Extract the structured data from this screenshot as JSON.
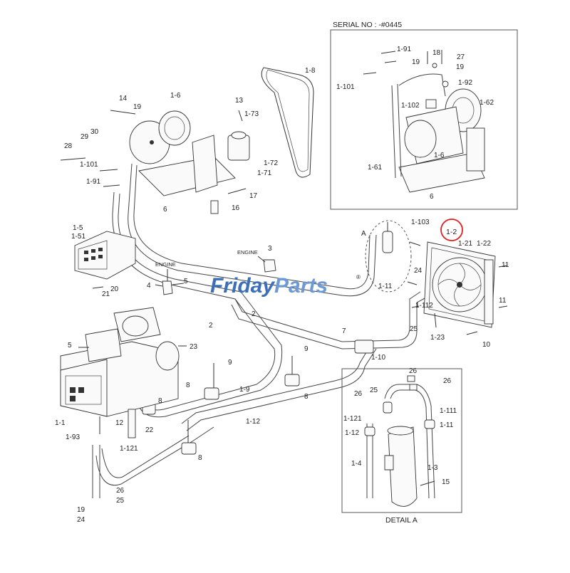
{
  "watermark": {
    "word1": "Friday",
    "word2": "Parts",
    "mark": "®",
    "color1": "#3d6fb8",
    "color2": "#6d9ad4"
  },
  "insets": {
    "serial": {
      "title": "SERIAL NO : -#0445"
    },
    "detail": {
      "title": "DETAIL A"
    }
  },
  "highlight": {
    "label": "1-2",
    "color": "#e02020"
  },
  "callouts": {
    "c_1_8": "1-8",
    "c_14": "14",
    "c_19a": "19",
    "c_1_6": "1-6",
    "c_13": "13",
    "c_1_73": "1-73",
    "c_1_72": "1-72",
    "c_1_71": "1-71",
    "c_29": "29",
    "c_30": "30",
    "c_28": "28",
    "c_1_101": "1-101",
    "c_1_91": "1-91",
    "c_6": "6",
    "c_17": "17",
    "c_16": "16",
    "c_1_5": "1-5",
    "c_1_51": "1-51",
    "c_21": "21",
    "c_20": "20",
    "engine1": "ENGINE",
    "engine2": "ENGINE",
    "c_3": "3",
    "c_4": "4",
    "c_5a": "5",
    "c_2a": "2",
    "c_2b": "2",
    "c_5b": "5",
    "c_23": "23",
    "c_9a": "9",
    "c_9b": "9",
    "c_8a": "8",
    "c_8b": "8",
    "c_8c": "8",
    "c_8d": "8",
    "c_1_9": "1-9",
    "c_1_12": "1-12",
    "c_1_1": "1-1",
    "c_12": "12",
    "c_22": "22",
    "c_1_93": "1-93",
    "c_1_121": "1-121",
    "c_26": "26",
    "c_25": "25",
    "c_19b": "19",
    "c_24": "24",
    "c_7": "7",
    "c_1_10": "1-10",
    "c_A": "A",
    "c_1_103": "1-103",
    "c_1_11": "1-11",
    "c_24b": "24",
    "c_1_112": "1-112",
    "c_25b": "25",
    "c_1_23": "1-23",
    "c_1_21": "1-21",
    "c_1_22": "1-22",
    "c_11a": "11",
    "c_11b": "11",
    "c_10": "10",
    "s_1_91": "1-91",
    "s_18": "18",
    "s_27": "27",
    "s_19a": "19",
    "s_19b": "19",
    "s_1_92": "1-92",
    "s_1_101": "1-101",
    "s_1_62": "1-62",
    "s_1_102": "1-102",
    "s_1_61": "1-61",
    "s_1_6": "1-6",
    "s_6": "6",
    "d_25": "25",
    "d_26a": "26",
    "d_26b": "26",
    "d_1_121": "1-121",
    "d_1_111": "1-111",
    "d_1_12": "1-12",
    "d_1_11": "1-11",
    "d_1_4": "1-4",
    "d_1_3": "1-3",
    "d_15": "15"
  }
}
